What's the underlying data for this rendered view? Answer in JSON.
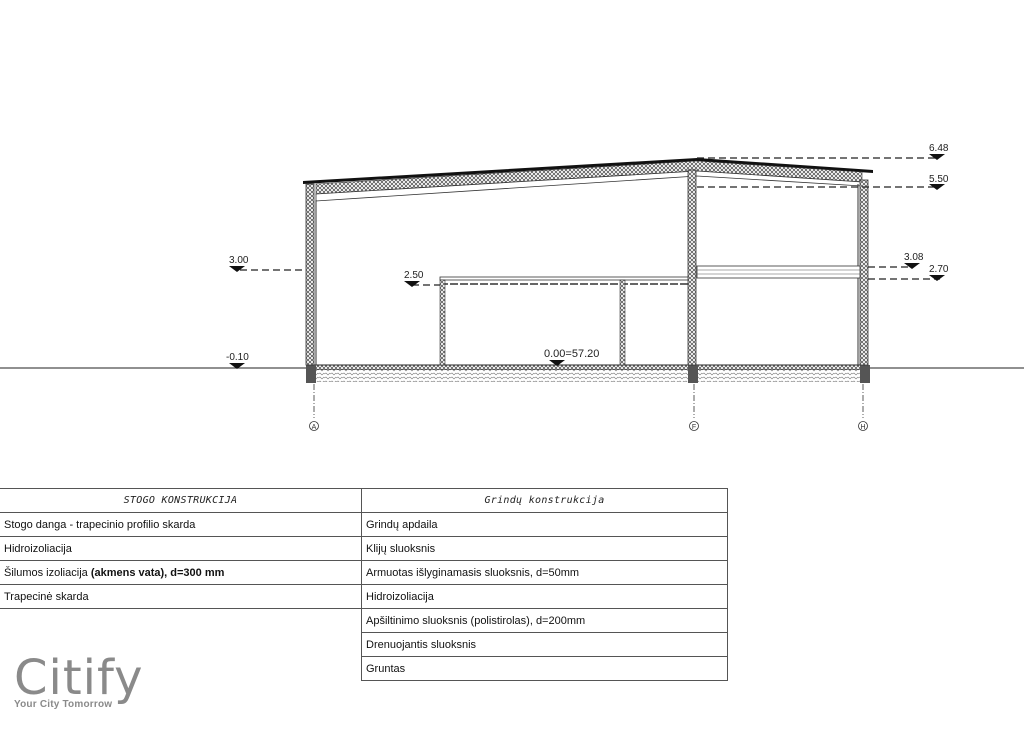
{
  "drawing": {
    "levels": {
      "roof_ridge": "6.48",
      "roof_inner": "5.50",
      "wall_left": "3.00",
      "mezz_left": "2.50",
      "mezz_right_top": "3.08",
      "mezz_right": "2.70",
      "ground": "-0.10",
      "floor_zero": "0.00=57.20"
    },
    "axes": [
      "A",
      "F",
      "H"
    ]
  },
  "roof_table": {
    "header": "STOGO KONSTRUKCIJA",
    "rows": [
      {
        "normal": "Stogo danga - trapecinio profilio skarda",
        "bold": ""
      },
      {
        "normal": "Hidroizoliacija",
        "bold": ""
      },
      {
        "normal": "Šilumos izoliacija ",
        "bold": "(akmens vata), d=300 mm"
      },
      {
        "normal": "Trapecinė skarda",
        "bold": ""
      }
    ]
  },
  "floor_table": {
    "header": "Grindų konstrukcija",
    "rows": [
      "Grindų apdaila",
      "Klijų sluoksnis",
      "Armuotas išlyginamasis sluoksnis, d=50mm",
      "Hidroizoliacija",
      "Apšiltinimo sluoksnis (polistirolas), d=200mm",
      "Drenuojantis sluoksnis",
      "Gruntas"
    ]
  },
  "logo": {
    "name": "Citify",
    "tagline": "Your City Tomorrow"
  }
}
